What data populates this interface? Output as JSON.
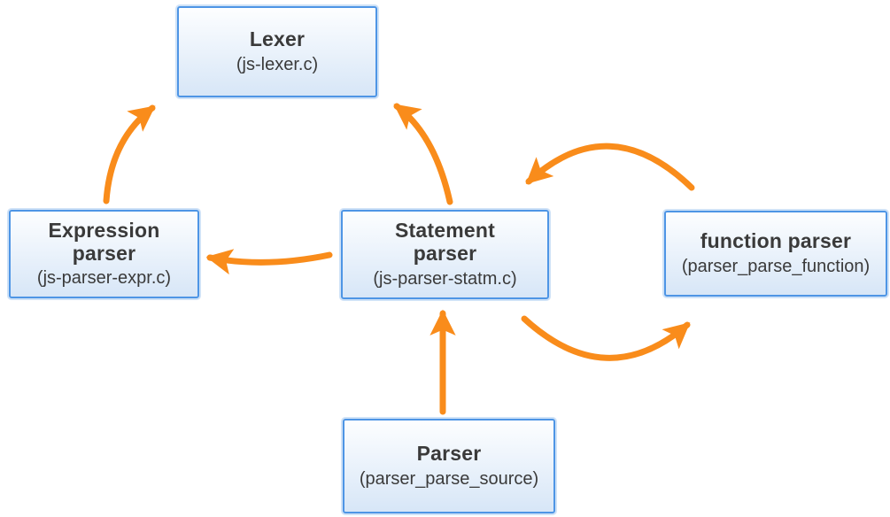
{
  "colors": {
    "arrow": "#F98C1B",
    "box_border": "#4E95E5",
    "box_fill_top": "#FDFEFF",
    "box_fill_bottom": "#D7E6F7",
    "text": "#3A3A3A"
  },
  "nodes": {
    "lexer": {
      "title": "Lexer",
      "subtitle": "(js-lexer.c)"
    },
    "expression_parser": {
      "title": "Expression parser",
      "subtitle": "(js-parser-expr.c)"
    },
    "statement_parser": {
      "title": "Statement parser",
      "subtitle": "(js-parser-statm.c)"
    },
    "function_parser": {
      "title": "function parser",
      "subtitle": "(parser_parse_function)"
    },
    "parser": {
      "title": "Parser",
      "subtitle": "(parser_parse_source)"
    }
  },
  "edges": [
    {
      "from": "expression_parser",
      "to": "lexer"
    },
    {
      "from": "statement_parser",
      "to": "lexer"
    },
    {
      "from": "statement_parser",
      "to": "expression_parser"
    },
    {
      "from": "function_parser",
      "to": "statement_parser"
    },
    {
      "from": "statement_parser",
      "to": "function_parser"
    },
    {
      "from": "parser",
      "to": "statement_parser"
    }
  ]
}
